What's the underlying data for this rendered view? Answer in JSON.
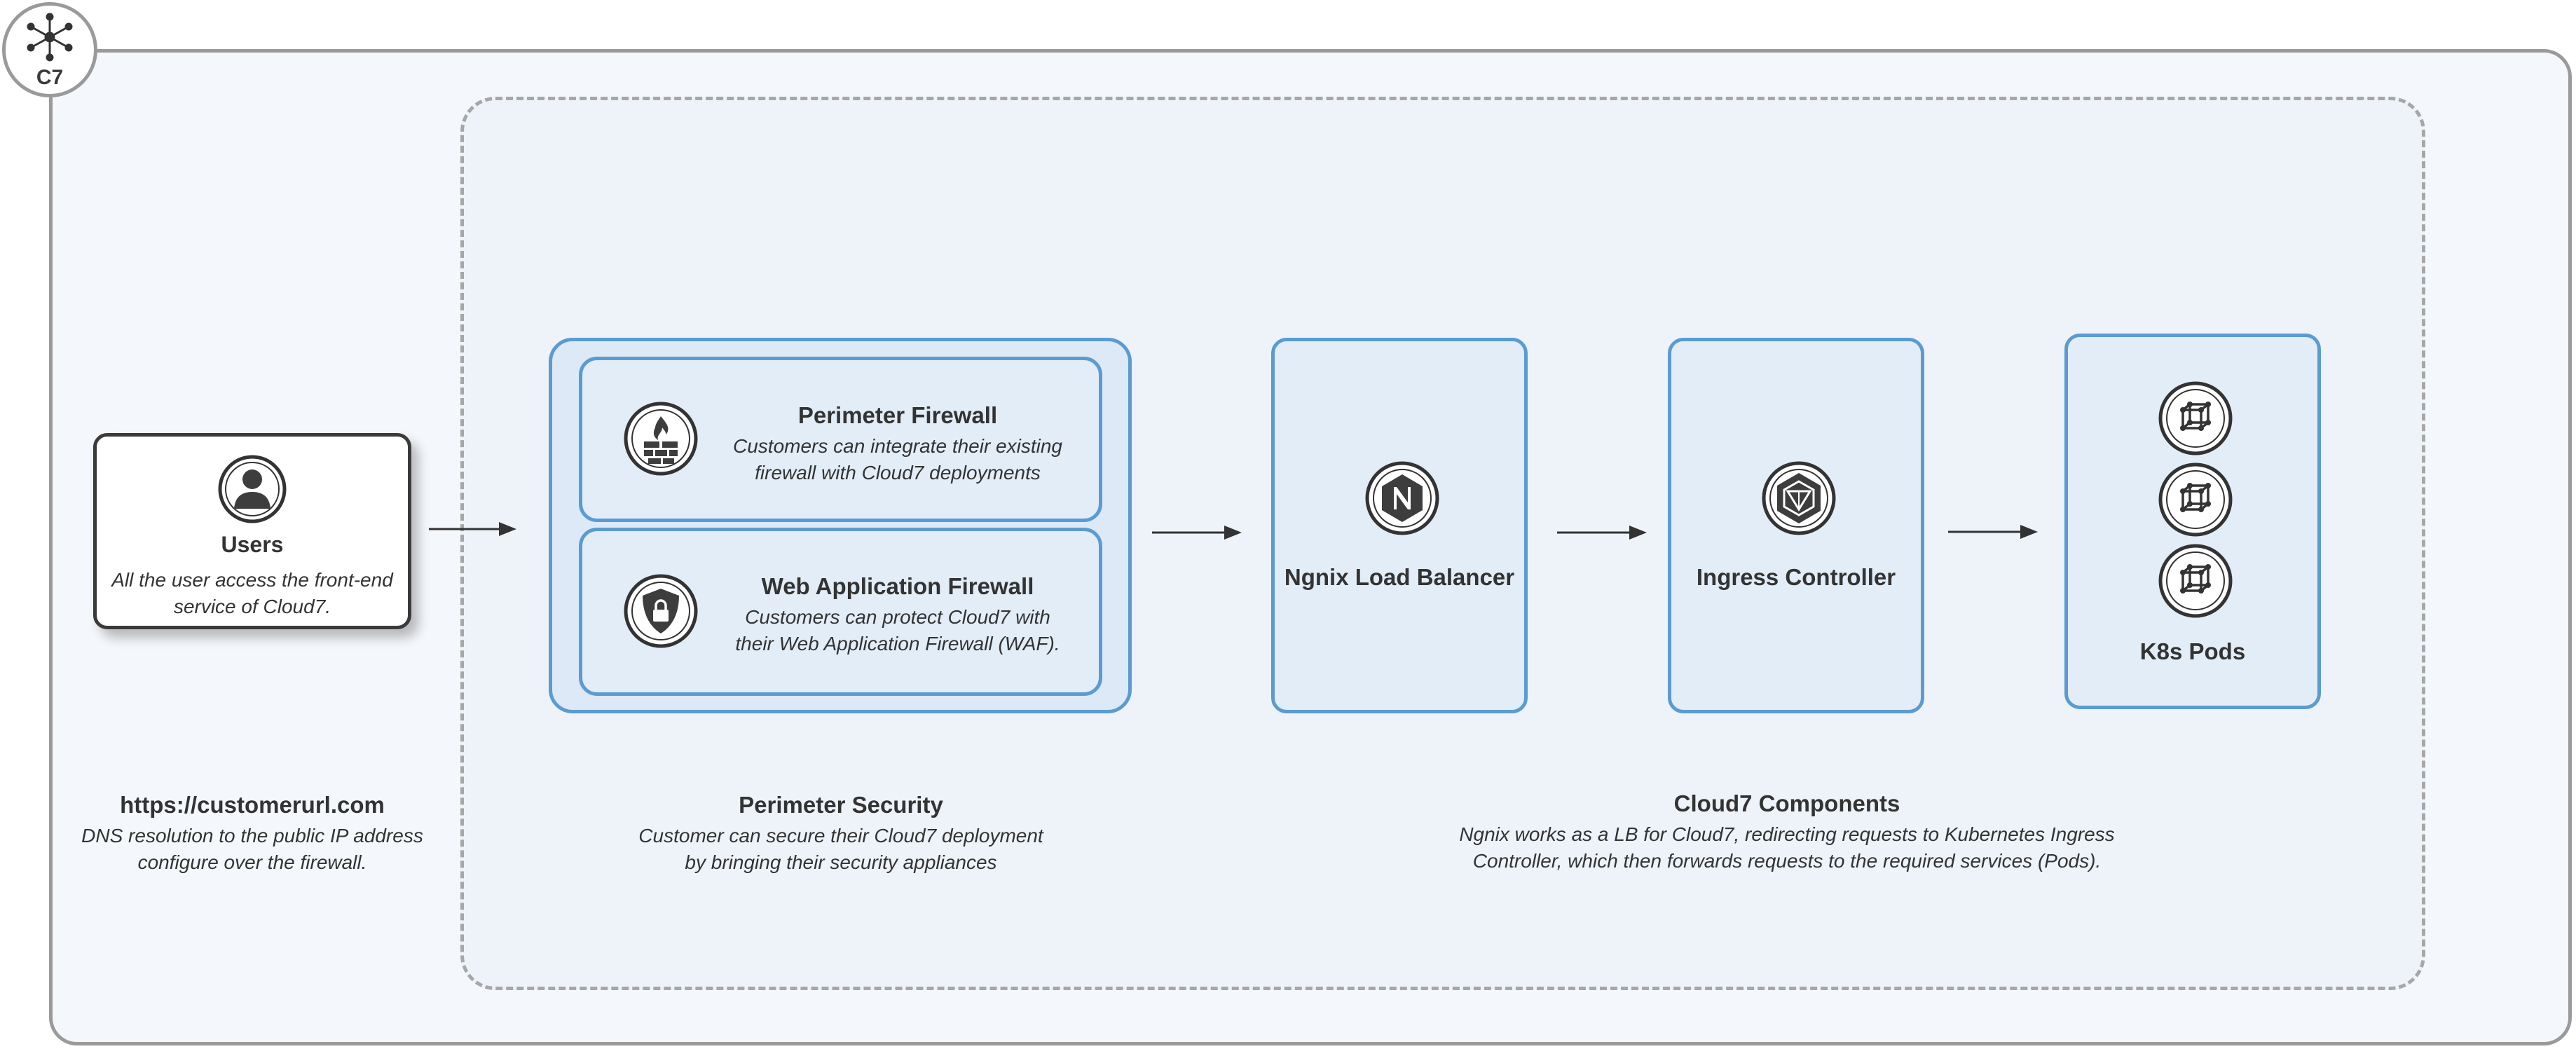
{
  "badge": {
    "label": "C7"
  },
  "users": {
    "title": "Users",
    "desc_line1": "All the user access the front-end",
    "desc_line2": "service of Cloud7."
  },
  "perimeter_firewall": {
    "title": "Perimeter Firewall",
    "desc_line1": "Customers can integrate their existing",
    "desc_line2": "firewall with Cloud7 deployments"
  },
  "waf": {
    "title": "Web Application Firewall",
    "desc_line1": "Customers can protect Cloud7 with",
    "desc_line2": "their Web Application Firewall (WAF)."
  },
  "nginx": {
    "label": "Ngnix Load Balancer"
  },
  "ingress": {
    "label": "Ingress Controller"
  },
  "pods": {
    "label": "K8s Pods"
  },
  "captions": {
    "dns": {
      "title": "https://customerurl.com",
      "line1": "DNS resolution to the public IP address",
      "line2": "configure over the firewall."
    },
    "perimeter": {
      "title": "Perimeter Security",
      "line1": "Customer can secure their Cloud7 deployment",
      "line2": "by bringing their security appliances"
    },
    "cloud7": {
      "title": "Cloud7 Components",
      "line1": "Ngnix works as a LB for Cloud7, redirecting requests to Kubernetes Ingress",
      "line2": "Controller, which then forwards requests to the required services (Pods)."
    }
  },
  "colors": {
    "accent_blue": "#5a9bd2",
    "card_fill": "#e3edf8",
    "frame_gray": "#9a9a9a",
    "icon_dark": "#3d3d3d"
  }
}
